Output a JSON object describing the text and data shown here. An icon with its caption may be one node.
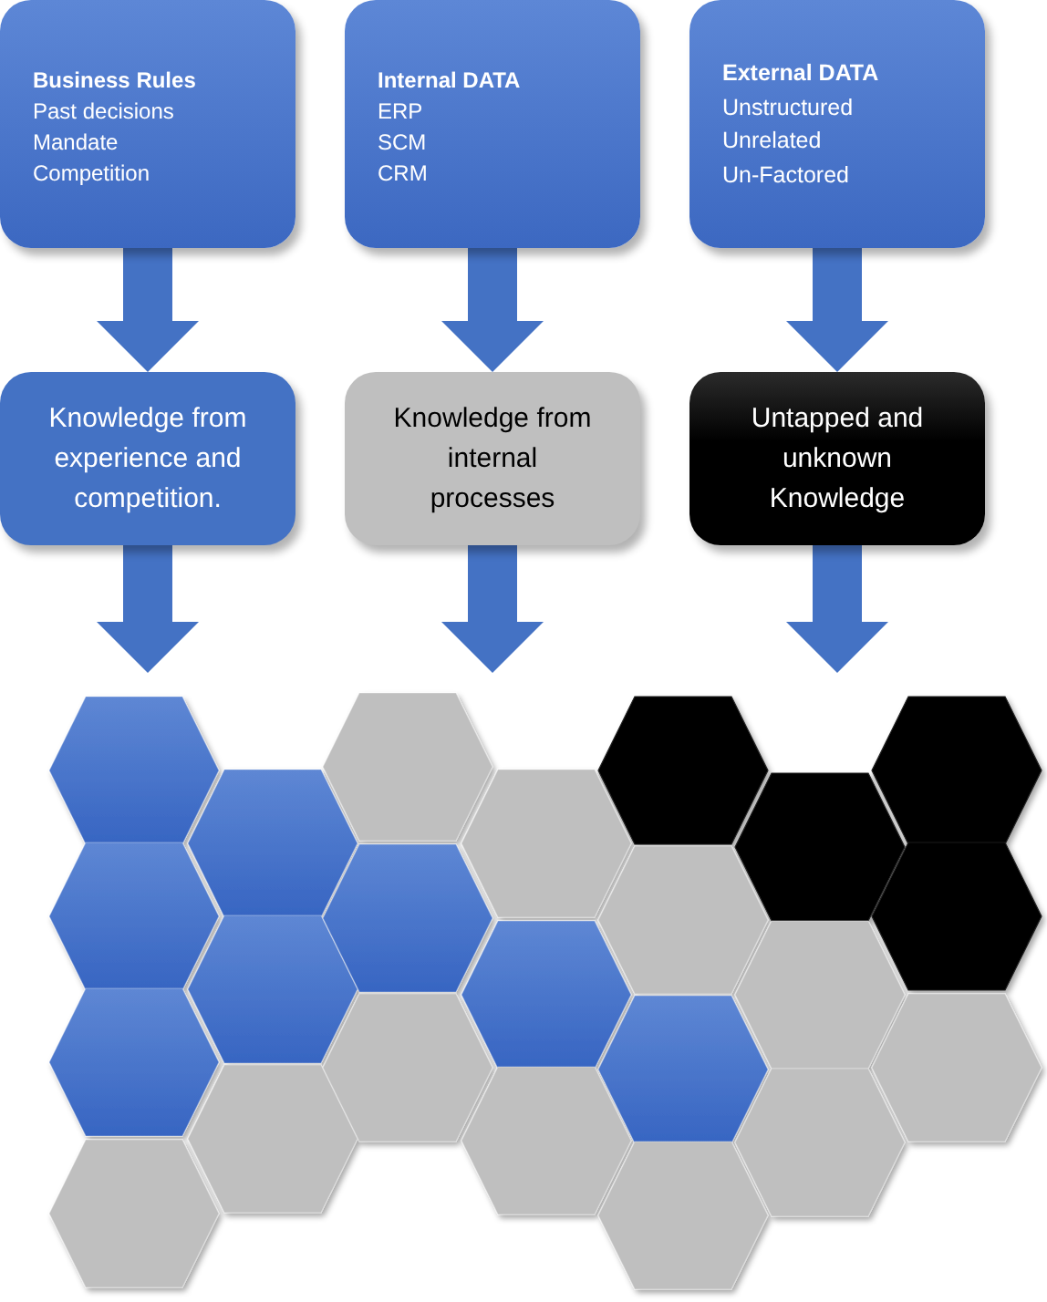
{
  "diagram": {
    "nodes": [
      {
        "text": [
          "Business Rules",
          "Past decisions",
          "Mandate",
          "Competition"
        ]
      },
      {
        "text": [
          "Internal DATA",
          "ERP",
          "SCM",
          "CRM"
        ]
      },
      {
        "text": [
          "External DATA",
          "Unstructured",
          "Unrelated",
          "Un-Factored"
        ]
      },
      {
        "text": [
          "Knowledge from experience and competition."
        ]
      },
      {
        "text": [
          "Knowledge from internal processes"
        ]
      },
      {
        "text": [
          "Untapped and unknown Knowledge"
        ]
      },
      {
        "text": [],
        "shape": "picture"
      }
    ],
    "edges": [
      {
        "from": 0,
        "to": 3,
        "arrow": "to"
      },
      {
        "from": 1,
        "to": 4,
        "arrow": "to"
      },
      {
        "from": 2,
        "to": 5,
        "arrow": "to"
      },
      {
        "from": 3,
        "to": 6,
        "arrow": "to"
      },
      {
        "from": 4,
        "to": 6,
        "arrow": "to"
      },
      {
        "from": 5,
        "to": 6,
        "arrow": "to"
      }
    ]
  }
}
